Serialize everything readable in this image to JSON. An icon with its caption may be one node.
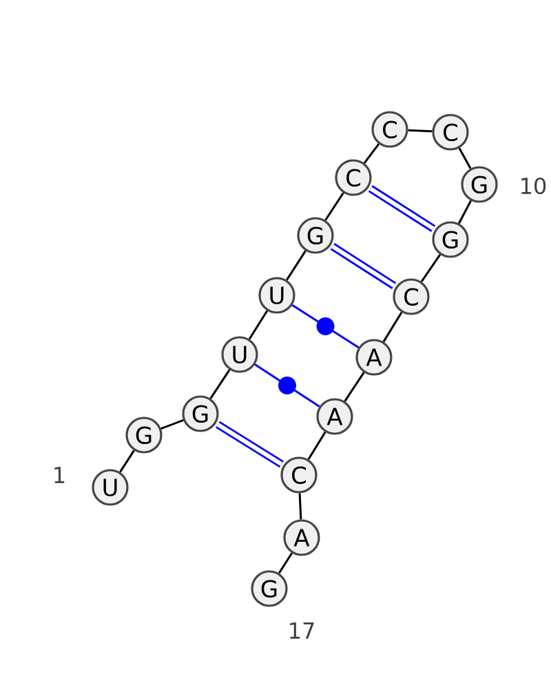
{
  "diagram": {
    "nodes": [
      {
        "text": [
          "U"
        ],
        "beside": [
          "1"
        ]
      },
      {
        "text": [
          "G"
        ]
      },
      {
        "text": [
          "G"
        ]
      },
      {
        "text": [
          "U"
        ]
      },
      {
        "text": [
          "U"
        ]
      },
      {
        "text": [
          "G"
        ]
      },
      {
        "text": [
          "C"
        ]
      },
      {
        "text": [
          "C"
        ]
      },
      {
        "text": [
          "C"
        ]
      },
      {
        "text": [
          "G"
        ],
        "beside": [
          "10"
        ]
      },
      {
        "text": [
          "G"
        ]
      },
      {
        "text": [
          "C"
        ]
      },
      {
        "text": [
          "A"
        ]
      },
      {
        "text": [
          "A"
        ]
      },
      {
        "text": [
          "C"
        ]
      },
      {
        "text": [
          "A"
        ]
      },
      {
        "text": [
          "G"
        ],
        "beside": [
          "17"
        ]
      }
    ],
    "edges": [
      {
        "from": 0,
        "to": 1,
        "arrow": "none"
      },
      {
        "from": 1,
        "to": 2,
        "arrow": "none"
      },
      {
        "from": 2,
        "to": 3,
        "arrow": "none"
      },
      {
        "from": 3,
        "to": 4,
        "arrow": "none"
      },
      {
        "from": 4,
        "to": 5,
        "arrow": "none"
      },
      {
        "from": 5,
        "to": 6,
        "arrow": "none"
      },
      {
        "from": 6,
        "to": 7,
        "arrow": "none"
      },
      {
        "from": 7,
        "to": 8,
        "arrow": "none"
      },
      {
        "from": 8,
        "to": 9,
        "arrow": "none"
      },
      {
        "from": 9,
        "to": 10,
        "arrow": "none"
      },
      {
        "from": 10,
        "to": 11,
        "arrow": "none"
      },
      {
        "from": 11,
        "to": 12,
        "arrow": "none"
      },
      {
        "from": 12,
        "to": 13,
        "arrow": "none"
      },
      {
        "from": 13,
        "to": 14,
        "arrow": "none"
      },
      {
        "from": 14,
        "to": 15,
        "arrow": "none"
      },
      {
        "from": 15,
        "to": 16,
        "arrow": "none"
      },
      {
        "from": 2,
        "to": 14,
        "arrow": "none",
        "style": "thick",
        "color": "#0000ff"
      },
      {
        "from": 3,
        "to": 13,
        "arrow": "none",
        "color": "#0000ff"
      },
      {
        "from": 4,
        "to": 12,
        "arrow": "none",
        "color": "#0000ff"
      },
      {
        "from": 5,
        "to": 11,
        "arrow": "none",
        "style": "thick",
        "color": "#0000ff"
      },
      {
        "from": 6,
        "to": 10,
        "arrow": "none",
        "style": "thick",
        "color": "#0000ff"
      }
    ]
  }
}
